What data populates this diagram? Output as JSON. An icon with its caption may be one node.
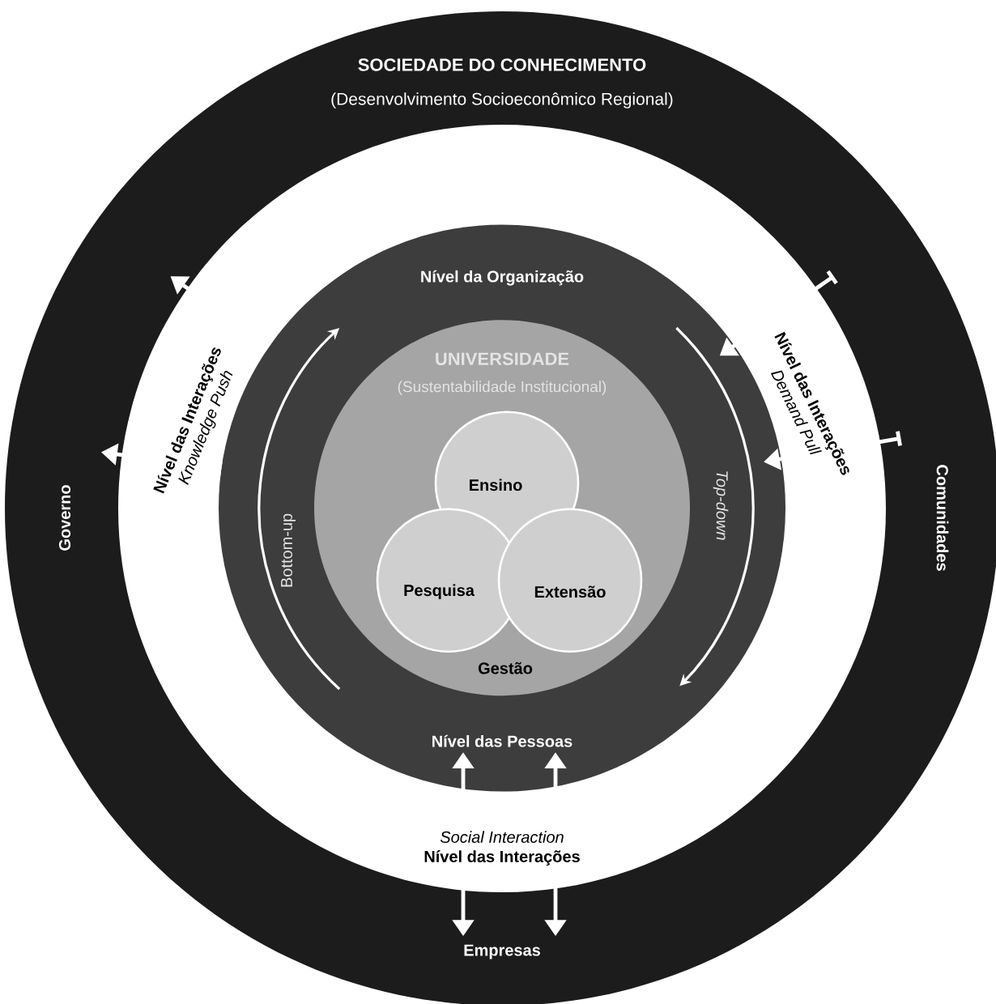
{
  "diagram": {
    "nodes": [
      {
        "text": [
          "SOCIEDADE DO CONHECIMENTO",
          "(Desenvolvimento Socioeconômico Regional)"
        ]
      },
      {
        "text": [
          "Governo"
        ],
        "in": 0
      },
      {
        "text": [
          "Comunidades"
        ],
        "in": 0
      },
      {
        "text": [
          "Empresas"
        ],
        "in": 0
      },
      {
        "text": [
          "Nível das Interações",
          "Knowledge Push"
        ],
        "in": 0
      },
      {
        "text": [
          "Nível das Interações",
          "Demand Pull"
        ],
        "in": 0
      },
      {
        "text": [
          "Social Interaction",
          "Nível das Interações"
        ],
        "in": 0
      },
      {
        "text": [],
        "shape": "circle",
        "in": 0
      },
      {
        "text": [
          "Nível da Organização"
        ],
        "in": 7
      },
      {
        "text": [
          "Nível das Pessoas"
        ],
        "in": 7
      },
      {
        "text": [
          "UNIVERSIDADE",
          "(Sustentabilidade Institucional)",
          "Gestão"
        ],
        "in": 7
      },
      {
        "text": [
          "Ensino"
        ],
        "in": 10
      },
      {
        "text": [
          "Pesquisa"
        ],
        "in": 10
      },
      {
        "text": [
          "Extensão"
        ],
        "in": 10
      }
    ],
    "edges": [
      {
        "from": 7,
        "to": null,
        "arrow": "to"
      },
      {
        "from": 7,
        "to": null,
        "arrow": "to"
      },
      {
        "from": null,
        "to": 7,
        "arrow": "to"
      },
      {
        "from": null,
        "to": 7,
        "arrow": "to"
      },
      {
        "from": 6,
        "to": 9,
        "arrow": "to"
      },
      {
        "from": 6,
        "to": 9,
        "arrow": "to"
      },
      {
        "from": 6,
        "to": 3,
        "arrow": "to"
      },
      {
        "from": 6,
        "to": 3,
        "arrow": "to"
      }
    ],
    "labels": [
      "Bottom-up",
      "Top-down"
    ]
  }
}
